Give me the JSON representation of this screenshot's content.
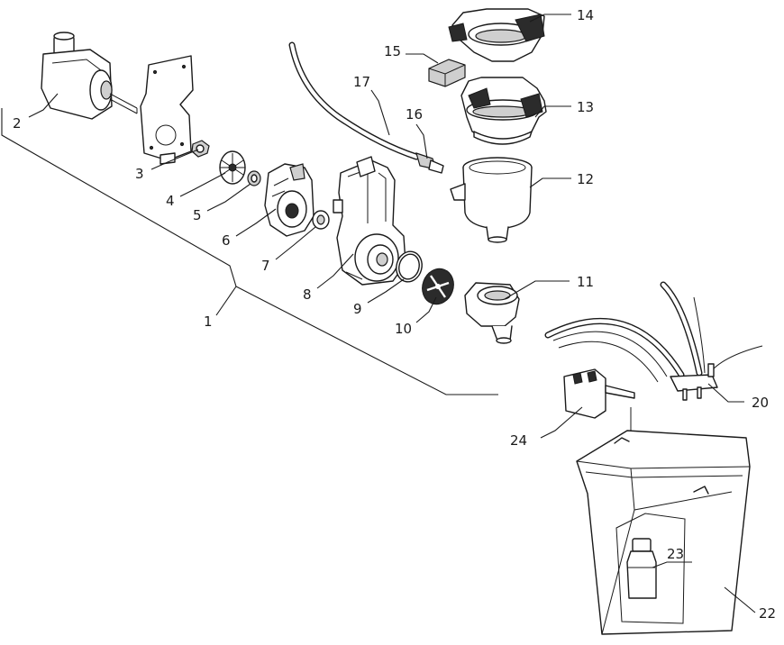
{
  "diagram": {
    "labels": {
      "p1": "1",
      "p2": "2",
      "p3": "3",
      "p4": "4",
      "p5": "5",
      "p6": "6",
      "p7": "7",
      "p8": "8",
      "p9": "9",
      "p10": "10",
      "p11": "11",
      "p12": "12",
      "p13": "13",
      "p14": "14",
      "p15": "15",
      "p16": "16",
      "p17": "17",
      "p20": "20",
      "p22": "22",
      "p23": "23",
      "p24": "24"
    }
  }
}
